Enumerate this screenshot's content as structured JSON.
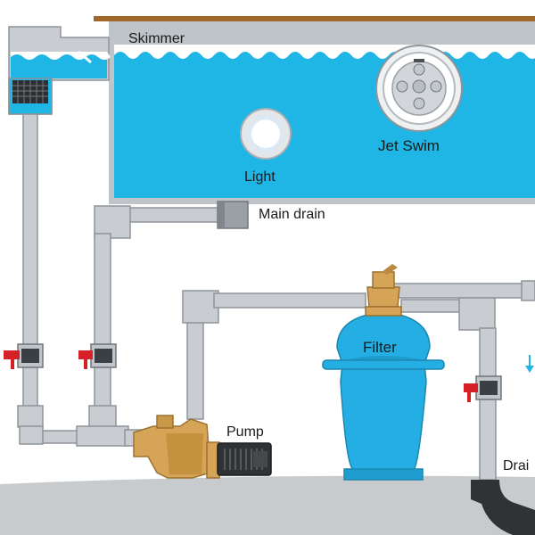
{
  "labels": {
    "skimmer": "Skimmer",
    "light": "Light",
    "jet_swim": "Jet Swim",
    "main_drain": "Main drain",
    "filter": "Filter",
    "pump": "Pump",
    "drain": "Drai"
  },
  "colors": {
    "water": "#1fb6e6",
    "pipe": "#c9cdd2",
    "pipe_edge": "#8e9499",
    "pool_wall": "#bfc4c8",
    "deck": "#a0672b",
    "filter_body": "#25aee3",
    "pump_body": "#d6a457",
    "valve_handle": "#d62027",
    "ground": "#c7cbce"
  },
  "icons": [
    "light-fixture-icon",
    "jet-swim-icon",
    "skimmer-basket-icon",
    "valve-icon",
    "pump-motor-icon",
    "filter-tank-icon",
    "drain-arrow-icon"
  ]
}
